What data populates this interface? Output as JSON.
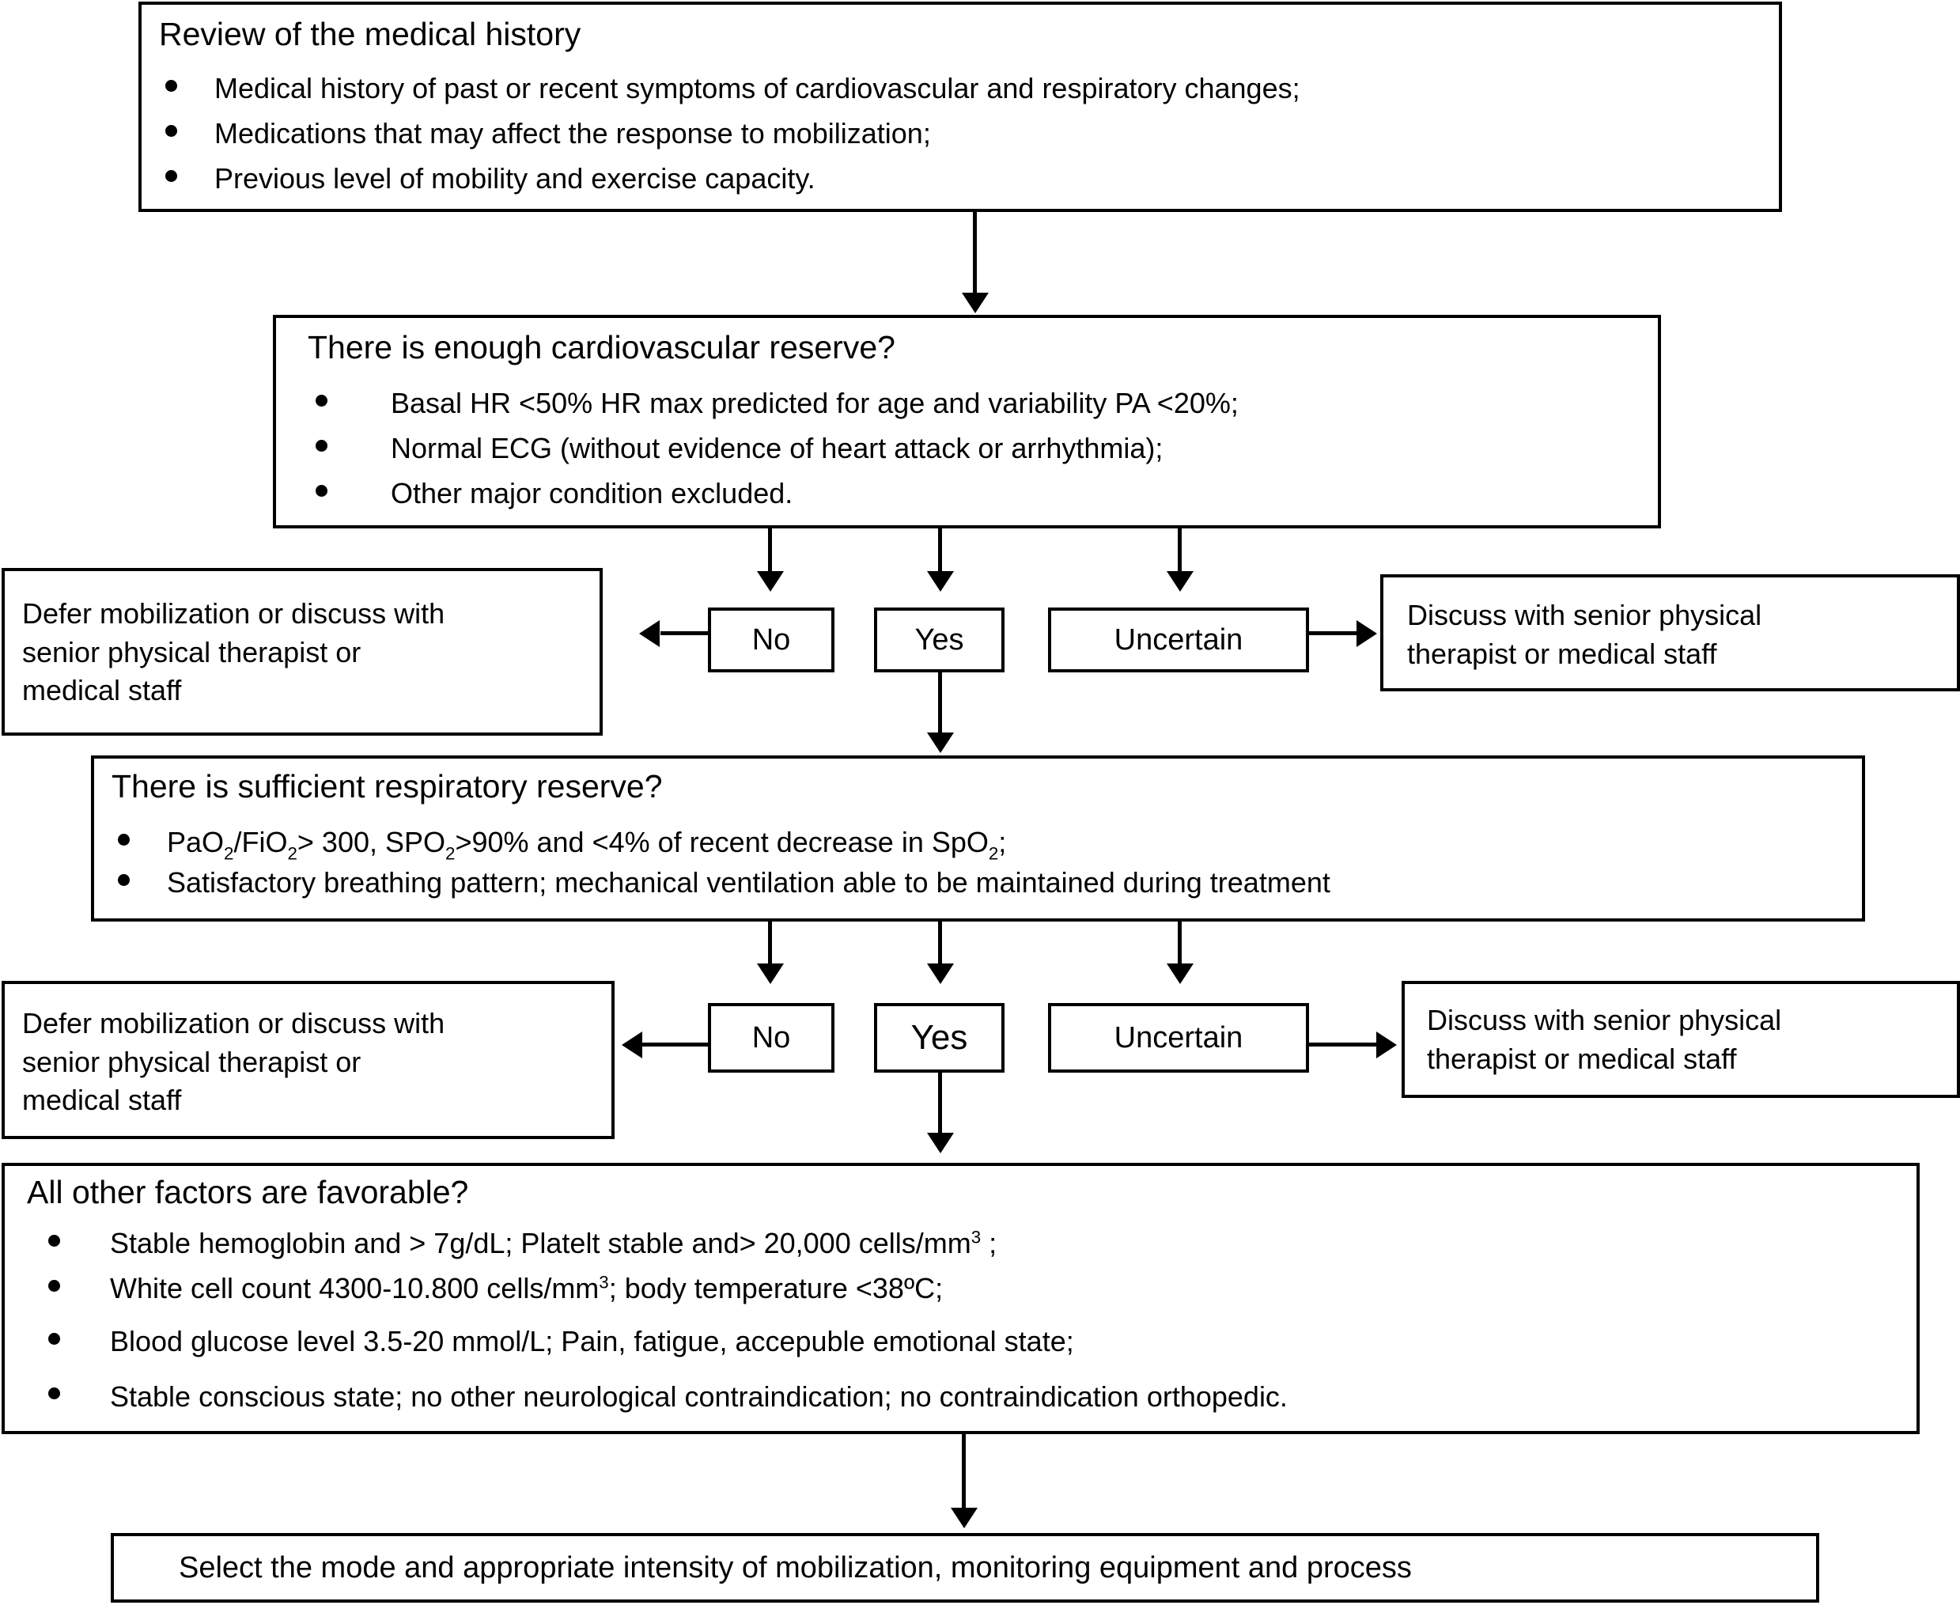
{
  "flowchart": {
    "title_box": {
      "heading": "Review of the medical history",
      "bullets": [
        "Medical history of past or recent symptoms of cardiovascular and respiratory changes;",
        "Medications that may affect the response to mobilization;",
        "Previous level of mobility and exercise capacity."
      ]
    },
    "cardio_box": {
      "heading": "There is enough cardiovascular reserve?",
      "bullets": [
        "Basal HR <50% HR max predicted for age and variability PA <20%;",
        "Normal ECG (without evidence of heart attack or arrhythmia);",
        "Other major condition excluded."
      ]
    },
    "cardio_decisions": {
      "no": "No",
      "yes": "Yes",
      "uncertain": "Uncertain",
      "defer_box": "Defer mobilization or discuss with senior physical therapist or medical staff",
      "defer_box_lines": [
        "Defer mobilization or discuss with",
        "senior physical therapist or",
        "medical staff"
      ],
      "discuss_box_lines": [
        "Discuss with senior physical",
        "therapist or medical staff"
      ]
    },
    "resp_box": {
      "heading": "There is sufficient respiratory reserve?",
      "bullet1_parts": {
        "a": "PaO",
        "sub1": "2",
        "b": "/FiO",
        "sub2": "2",
        "c": "> 300, SPO",
        "sub3": "2",
        "d": ">90% and <4% of recent decrease in SpO",
        "sub4": "2",
        "e": ";"
      },
      "bullet2": "Satisfactory breathing pattern; mechanical ventilation able to be maintained during treatment"
    },
    "resp_decisions": {
      "no": "No",
      "yes": "Yes",
      "uncertain": "Uncertain",
      "defer_box_lines": [
        "Defer mobilization or discuss with",
        "senior physical therapist or",
        "medical staff"
      ],
      "discuss_box_lines": [
        "Discuss with senior physical",
        "therapist or medical staff"
      ]
    },
    "factors_box": {
      "heading": "All other factors are favorable?",
      "bullet1": {
        "a": "Stable hemoglobin and > 7g/dL; Platelt stable and> 20,000 cells/mm",
        "sup": "3",
        "b": " ;"
      },
      "bullet2": {
        "a": "White cell count 4300-10.800 cells/mm",
        "sup": "3",
        "b": "; body temperature <38ºC;"
      },
      "bullet3": "Blood glucose level 3.5-20 mmol/L; Pain, fatigue, accepuble emotional state;",
      "bullet4": "Stable conscious state; no other neurological contraindication; no contraindication orthopedic."
    },
    "final_box": {
      "text": "Select the mode and appropriate intensity of mobilization, monitoring equipment and process"
    }
  }
}
